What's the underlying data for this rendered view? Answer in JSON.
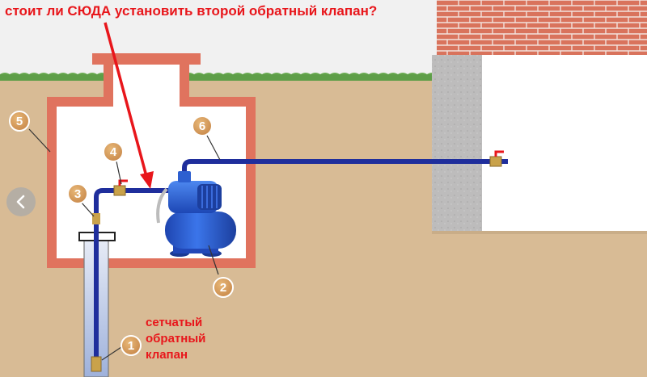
{
  "question": "стоит ли СЮДА установить второй обратный клапан?",
  "valve_note": [
    "сетчатый",
    "обратный",
    "клапан"
  ],
  "callouts": [
    "1",
    "2",
    "3",
    "4",
    "5",
    "6"
  ],
  "colors": {
    "ground": "#d8bb95",
    "sky": "#f1f1f1",
    "grass": "#5e9e48",
    "pit_wall": "#e0735e",
    "pipe": "#1f2e9c",
    "pump": "#2a62d6",
    "tank": "#2f5ed8",
    "accent_red": "#e8161b",
    "callout": "#d9a25e"
  },
  "icons": {
    "nav": "chevron-left-icon"
  }
}
